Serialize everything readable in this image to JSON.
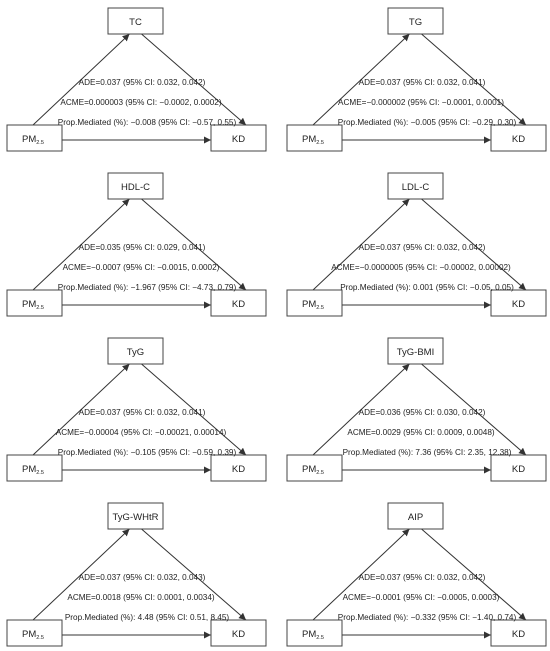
{
  "panels": [
    {
      "mediator": "TC",
      "exposure": "PM",
      "exposure_sub": "2.5",
      "outcome": "KD",
      "ade": "ADE=0.037 (95% CI: 0.032, 0.042)",
      "acme": "ACME=0.000003 (95% CI: −0.0002, 0.0002)",
      "prop": "Prop.Mediated (%): −0.008 (95% CI: −0.57, 0.55)"
    },
    {
      "mediator": "TG",
      "exposure": "PM",
      "exposure_sub": "2.5",
      "outcome": "KD",
      "ade": "ADE=0.037 (95% CI: 0.032, 0.041)",
      "acme": "ACME=−0.000002 (95% CI: −0.0001, 0.0001)",
      "prop": "Prop.Mediated (%): −0.005 (95% CI: −0.29, 0.30)"
    },
    {
      "mediator": "HDL-C",
      "exposure": "PM",
      "exposure_sub": "2.5",
      "outcome": "KD",
      "ade": "ADE=0.035 (95% CI: 0.029, 0.041)",
      "acme": "ACME=−0.0007 (95% CI: −0.0015, 0.0002)",
      "prop": "Prop.Mediated (%): −1.967 (95% CI: −4.73, 0.79)"
    },
    {
      "mediator": "LDL-C",
      "exposure": "PM",
      "exposure_sub": "2.5",
      "outcome": "KD",
      "ade": "ADE=0.037 (95% CI: 0.032, 0.042)",
      "acme": "ACME=−0.0000005 (95% CI: −0.00002, 0.00002)",
      "prop": "Prop.Mediated (%): 0.001 (95% CI: −0.05, 0.05)"
    },
    {
      "mediator": "TyG",
      "exposure": "PM",
      "exposure_sub": "2.5",
      "outcome": "KD",
      "ade": "ADE=0.037 (95% CI: 0.032, 0.041)",
      "acme": "ACME=−0.00004 (95% CI: −0.00021, 0.00014)",
      "prop": "Prop.Mediated (%): −0.105 (95% CI: −0.59, 0.39)"
    },
    {
      "mediator": "TyG-BMI",
      "exposure": "PM",
      "exposure_sub": "2.5",
      "outcome": "KD",
      "ade": "ADE=0.036 (95% CI: 0.030, 0.042)",
      "acme": "ACME=0.0029 (95% CI: 0.0009, 0.0048)",
      "prop": "Prop.Mediated (%): 7.36 (95% CI: 2.35, 12.38)"
    },
    {
      "mediator": "TyG-WHtR",
      "exposure": "PM",
      "exposure_sub": "2.5",
      "outcome": "KD",
      "ade": "ADE=0.037 (95% CI: 0.032, 0.043)",
      "acme": "ACME=0.0018 (95% CI: 0.0001, 0.0034)",
      "prop": "Prop.Mediated (%): 4.48 (95% CI: 0.51, 8.45)"
    },
    {
      "mediator": "AIP",
      "exposure": "PM",
      "exposure_sub": "2.5",
      "outcome": "KD",
      "ade": "ADE=0.037 (95% CI: 0.032, 0.042)",
      "acme": "ACME=−0.0001 (95% CI: −0.0005, 0.0003)",
      "prop": "Prop.Mediated (%): −0.332 (95% CI: −1.40, 0.74)"
    }
  ]
}
